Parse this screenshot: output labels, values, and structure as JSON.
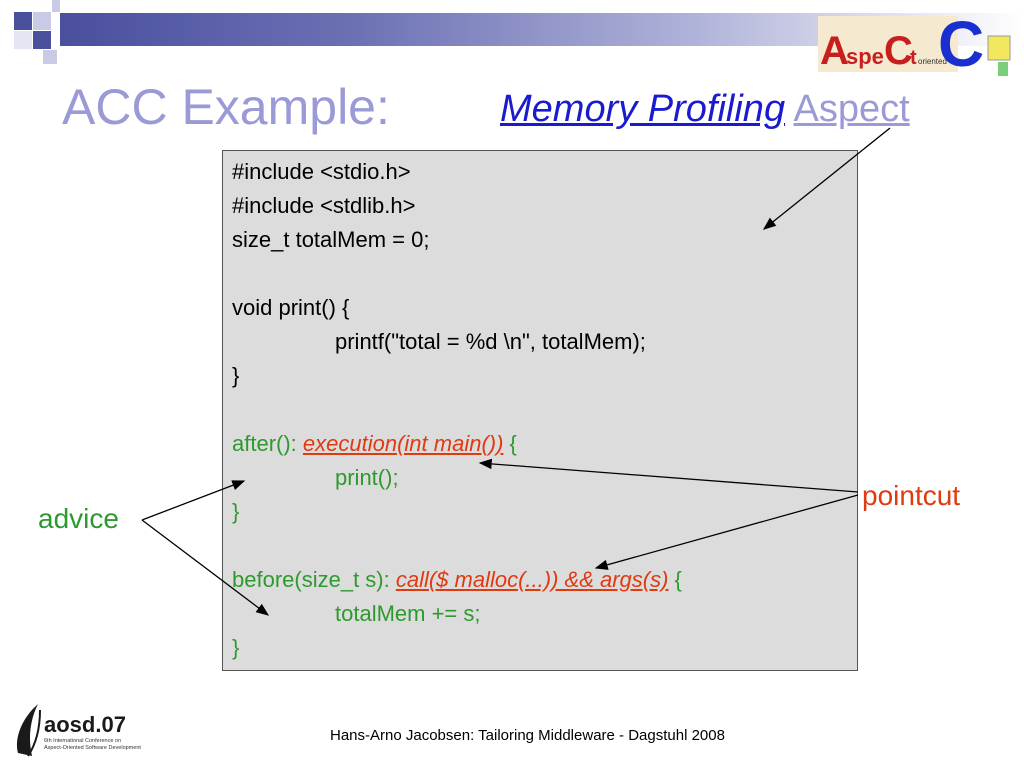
{
  "slide": {
    "title": "ACC Example:",
    "subtitle_main": "Memory Profiling",
    "subtitle_suffix": "Aspect"
  },
  "logo_top_right": {
    "text_aspect_a": "A",
    "text_aspect_rest": "spe",
    "text_c": "C",
    "text_t": "t",
    "text_oriented": "oriented",
    "text_big_c": "C"
  },
  "code": {
    "line1": "#include <stdio.h>",
    "line2": "#include <stdlib.h>",
    "line3": "size_t totalMem = 0;",
    "line5": "void print() {",
    "line6": "printf(\"total = %d \\n\", totalMem);",
    "line7": "}",
    "line9_prefix": "after(): ",
    "line9_pointcut": "execution(int main())",
    "line9_suffix": " {",
    "line10": "print();",
    "line11": "}",
    "line13_prefix": "before(size_t s): ",
    "line13_pointcut": "call($ malloc(...)) && args(s)",
    "line13_suffix": " {",
    "line14": "totalMem += s;",
    "line15": "}"
  },
  "labels": {
    "advice": "advice",
    "pointcut": "pointcut"
  },
  "aosd_logo": {
    "name": "aosd.07",
    "line1": "6th International Conference on",
    "line2": "Aspect-Oriented Software Development"
  },
  "footer": "Hans-Arno Jacobsen: Tailoring Middleware - Dagstuhl 2008",
  "colors": {
    "title": "#9a9ad6",
    "subtitle_link": "#1a1acf",
    "advice_green": "#2e9a2e",
    "pointcut_red": "#e03a10",
    "code_box": "#dcdcdc"
  }
}
